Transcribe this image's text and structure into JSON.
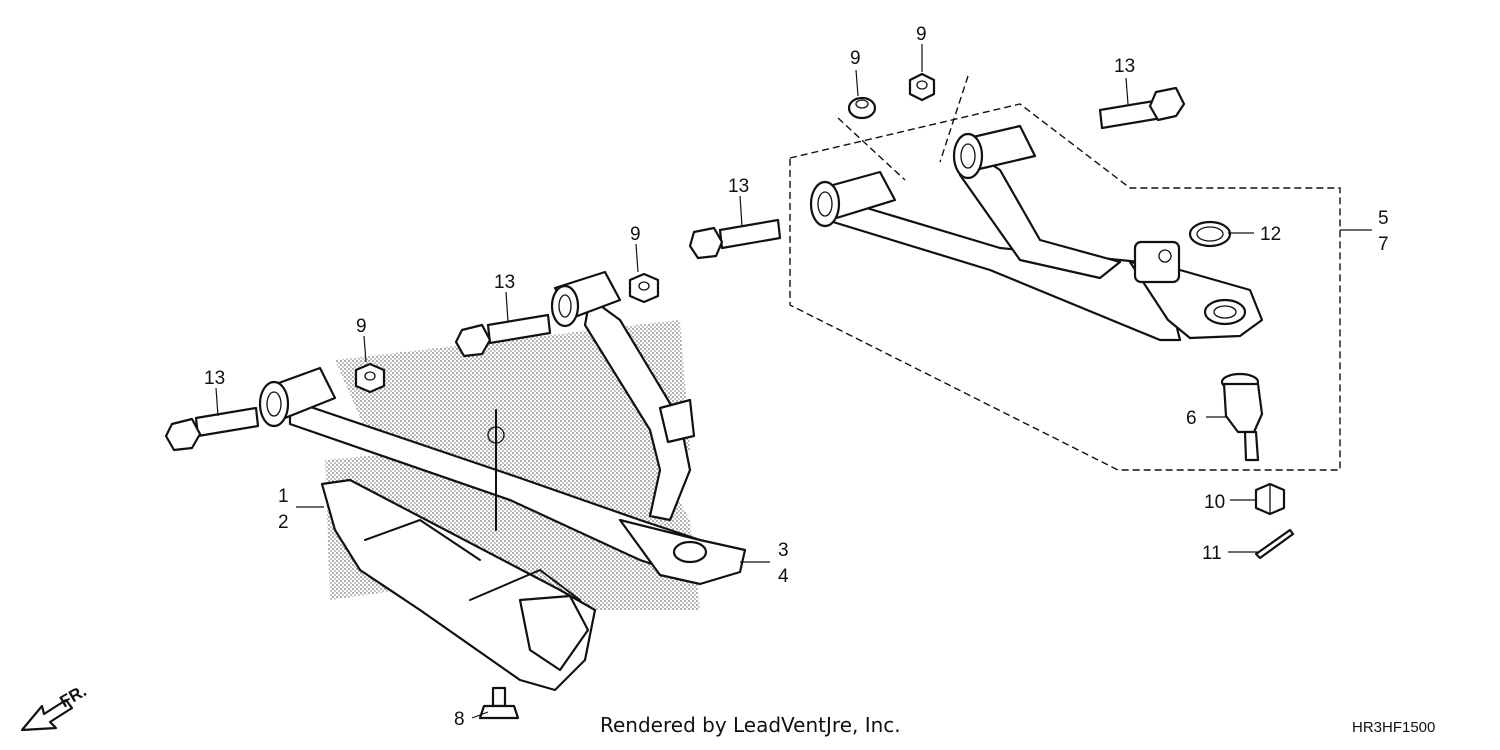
{
  "diagram": {
    "callouts": [
      {
        "id": "c1",
        "label": "1"
      },
      {
        "id": "c2",
        "label": "2"
      },
      {
        "id": "c3",
        "label": "3"
      },
      {
        "id": "c4",
        "label": "4"
      },
      {
        "id": "c5",
        "label": "5"
      },
      {
        "id": "c6",
        "label": "6"
      },
      {
        "id": "c7",
        "label": "7"
      },
      {
        "id": "c8",
        "label": "8"
      },
      {
        "id": "c9a",
        "label": "9"
      },
      {
        "id": "c9b",
        "label": "9"
      },
      {
        "id": "c9c",
        "label": "9"
      },
      {
        "id": "c9d",
        "label": "9"
      },
      {
        "id": "c10",
        "label": "10"
      },
      {
        "id": "c11",
        "label": "11"
      },
      {
        "id": "c12",
        "label": "12"
      },
      {
        "id": "c13a",
        "label": "13"
      },
      {
        "id": "c13b",
        "label": "13"
      },
      {
        "id": "c13c",
        "label": "13"
      },
      {
        "id": "c13d",
        "label": "13"
      }
    ],
    "front_indicator": "FR.",
    "footer_text": "Rendered by LeadVentJre, Inc.",
    "diagram_code": "HR3HF1500"
  }
}
